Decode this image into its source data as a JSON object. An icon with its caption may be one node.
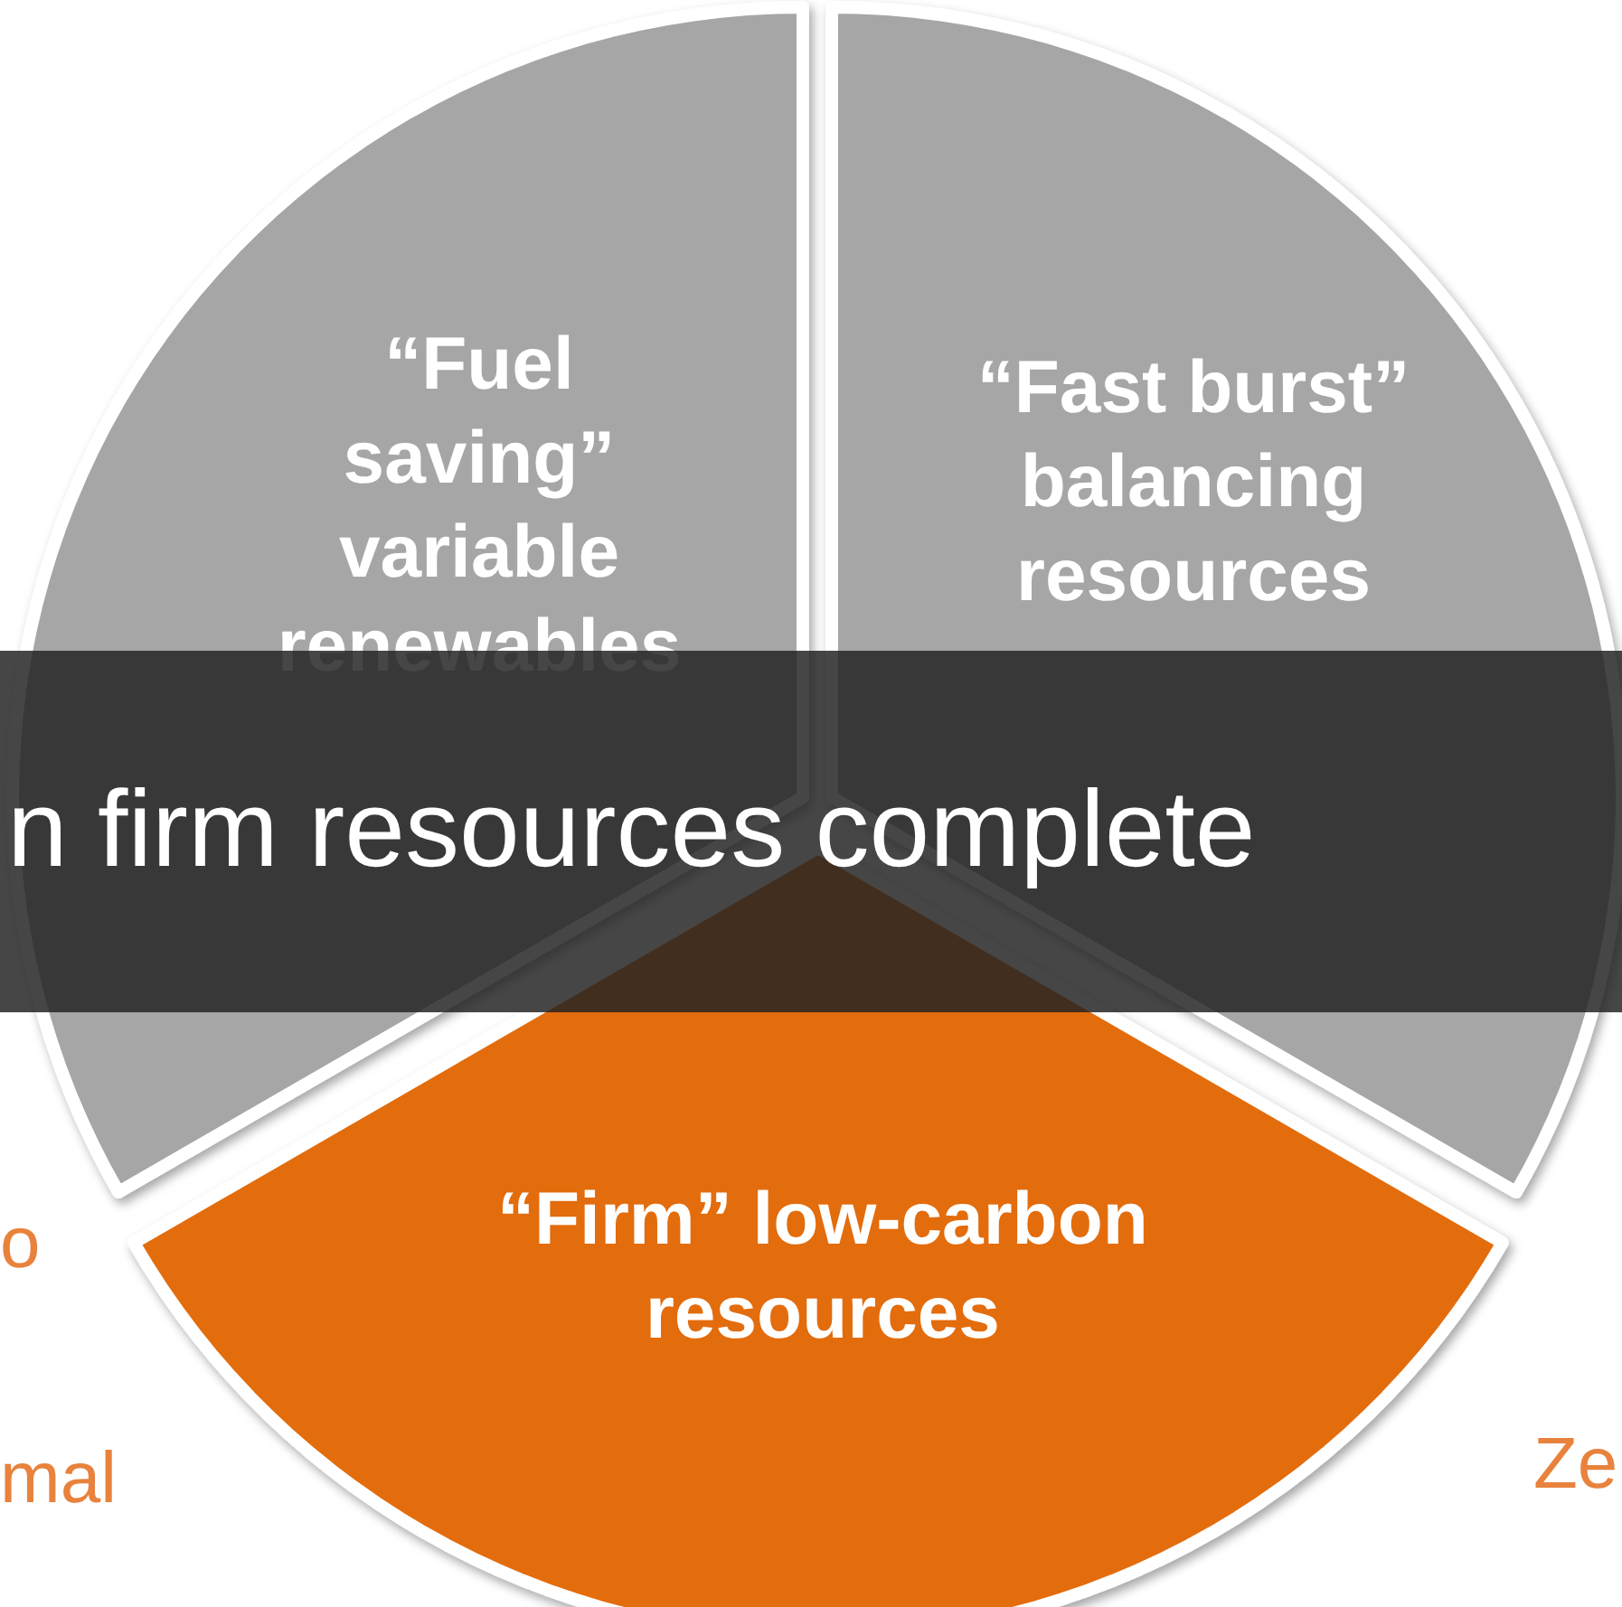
{
  "diagram": {
    "nodes": [
      {
        "text": [
          "“Fuel saving” variable renewables"
        ]
      },
      {
        "text": [
          "“Fast burst” balancing resources"
        ]
      },
      {
        "text": [
          "“Firm” low-carbon resources"
        ]
      },
      {
        "text": [
          "n firm resources complete"
        ]
      }
    ],
    "labels": [
      "o",
      "mal",
      "Ze"
    ]
  }
}
